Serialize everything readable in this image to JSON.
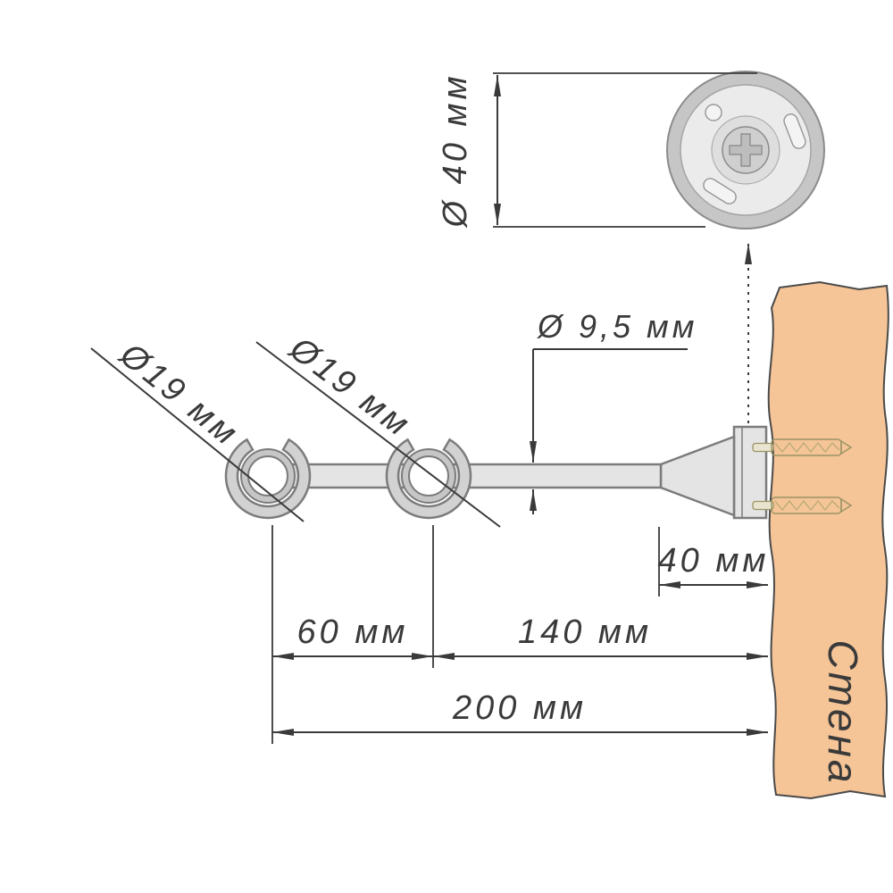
{
  "drawing": {
    "type": "technical-dimension-drawing",
    "subject": "wall-mounted double curtain rod bracket",
    "wall": {
      "label": "Стена",
      "fill": "#f5c497"
    },
    "dimensions": {
      "cap_diameter": {
        "label": "Ø 40 мм",
        "value_mm": 40
      },
      "stem_diameter": {
        "label": "Ø 9,5 мм",
        "value_mm": 9.5
      },
      "front_holder": {
        "label": "Ø19 мм",
        "value_mm": 19
      },
      "rear_holder": {
        "label": "Ø19 мм",
        "value_mm": 19
      },
      "wall_offset": {
        "label": "40 мм",
        "value_mm": 40
      },
      "holder_spacing": {
        "label": "60 мм",
        "value_mm": 60
      },
      "rear_holder_to_wall": {
        "label": "140 мм",
        "value_mm": 140
      },
      "total_length": {
        "label": "200 мм",
        "value_mm": 200
      }
    },
    "colors": {
      "wall_fill": "#f5c497",
      "anchor_fill": "#f1ead0",
      "dimension_line": "#3a3a3a",
      "metal_outline": "#7c7c7c",
      "metal_fill": "#e4e4e4"
    }
  }
}
